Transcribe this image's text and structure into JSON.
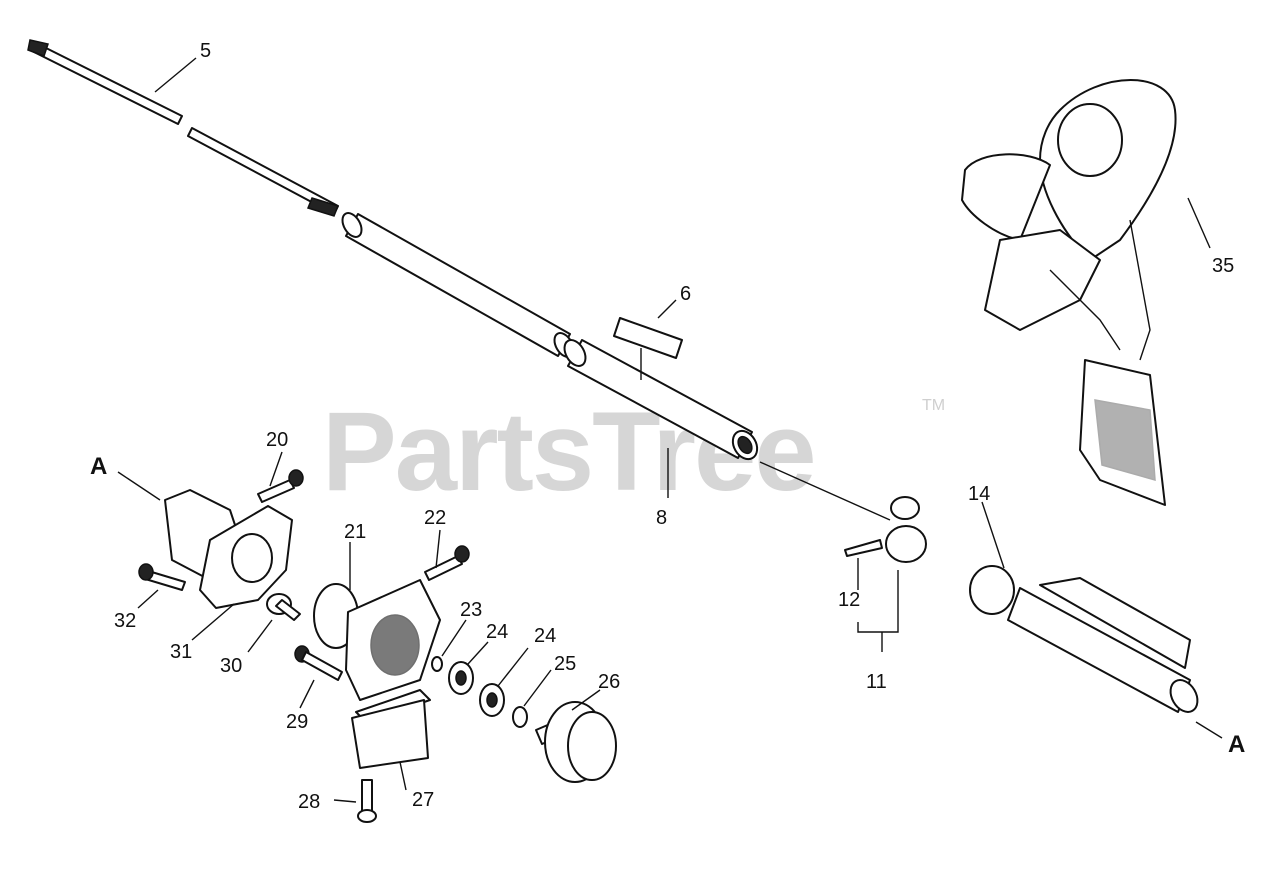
{
  "watermark": {
    "text": "PartsTree",
    "tm": "TM"
  },
  "callouts": {
    "l5": "5",
    "l6": "6",
    "l8": "8",
    "l35": "35",
    "l14": "14",
    "l11": "11",
    "l12": "12",
    "l20": "20",
    "l21": "21",
    "l22": "22",
    "l23": "23",
    "l24a": "24",
    "l24b": "24",
    "l25": "25",
    "l26": "26",
    "l27": "27",
    "l28": "28",
    "l29": "29",
    "l30": "30",
    "l31": "31",
    "l32": "32",
    "refA1": "A",
    "refA2": "A"
  }
}
